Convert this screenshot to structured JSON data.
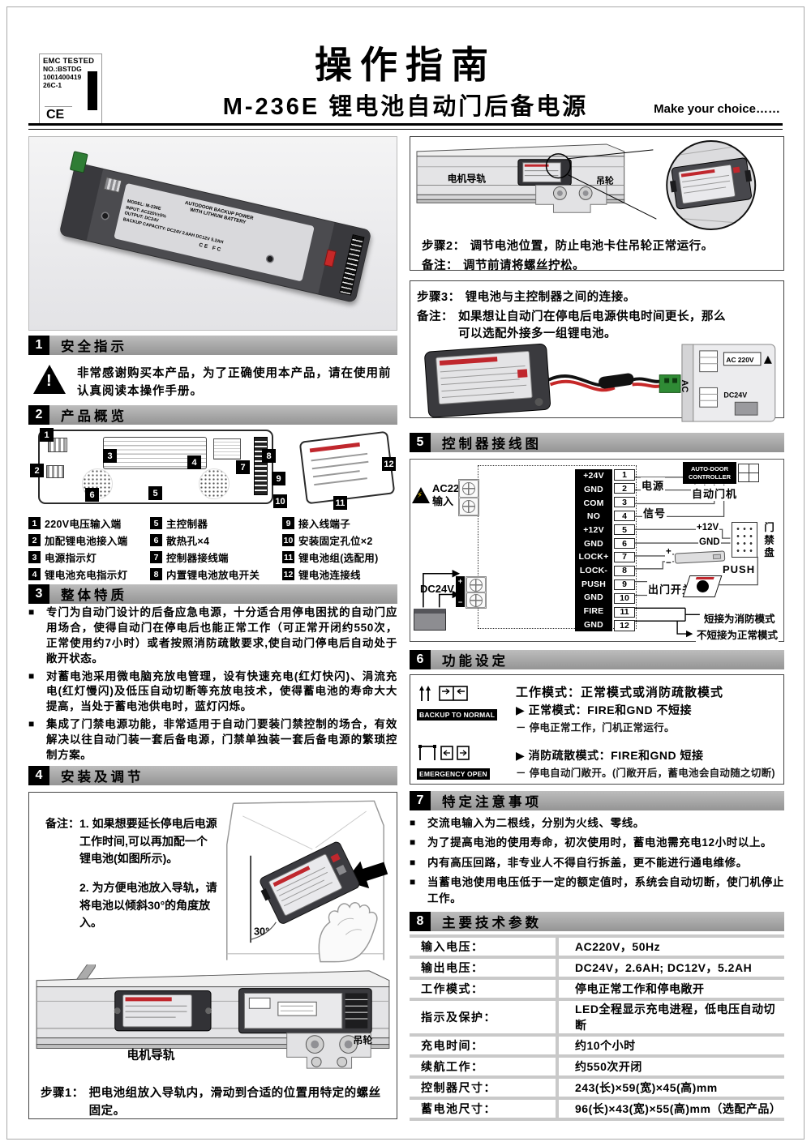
{
  "emc_badge": {
    "line1": "EMC TESTED",
    "line2": "NO.:BSTDG",
    "line3": "1001400419",
    "line4": "26C-1",
    "ce": "CE"
  },
  "header": {
    "title": "操作指南",
    "subtitle": "M-236E 锂电池自动门后备电源",
    "tagline": "Make  your choice……"
  },
  "photo": {
    "label_title": "AUTODOOR BACKUP POWER\nWITH LITHIUM BATTERY",
    "l1": "MODEL: M-236E",
    "l2": "INPUT: AC220V±5%",
    "l3": "OUTPUT: DC24V",
    "l4": "BACKUP CAPACITY: DC24V 2.6AH  DC12V 5.2AH",
    "marks": "CE FC"
  },
  "s1": {
    "num": "1",
    "title": "安全指示",
    "warning": "非常感谢购买本产品，为了正确使用本产品，请在使用前认真阅读本操作手册。"
  },
  "s2": {
    "num": "2",
    "title": "产品概览",
    "parts": [
      {
        "num": "1",
        "label": "220V电压输入端"
      },
      {
        "num": "2",
        "label": "加配锂电池接入端"
      },
      {
        "num": "3",
        "label": "电源指示灯"
      },
      {
        "num": "4",
        "label": "锂电池充电指示灯"
      },
      {
        "num": "5",
        "label": "主控制器"
      },
      {
        "num": "6",
        "label": "散热孔×4"
      },
      {
        "num": "7",
        "label": "控制器接线端"
      },
      {
        "num": "8",
        "label": "内置锂电池放电开关"
      },
      {
        "num": "9",
        "label": "接入线端子"
      },
      {
        "num": "10",
        "label": "安装固定孔位×2"
      },
      {
        "num": "11",
        "label": "锂电池组(选配用)"
      },
      {
        "num": "12",
        "label": "锂电池连接线"
      }
    ]
  },
  "s3": {
    "num": "3",
    "title": "整体特质",
    "bullets": [
      "专门为自动门设计的后备应急电源，十分适合用停电困扰的自动门应用场合，使得自动门在停电后也能正常工作（可正常开闭约550次，正常使用约7小时）或者按照消防疏散要求,使自动门停电后自动处于敞开状态。",
      "对蓄电池采用微电脑充放电管理，设有快速充电(红灯快闪)、涓流充电(红灯慢闪)及低压自动切断等充放电技术，使得蓄电池的寿命大大提高，当处于蓄电池供电时，蓝灯闪烁。",
      "集成了门禁电源功能，非常适用于自动门要装门禁控制的场合，有效解决以往自动门装一套后备电源，门禁单独装一套后备电源的繁琐控制方案。"
    ]
  },
  "s4": {
    "num": "4",
    "title": "安装及调节",
    "note_label": "备注：",
    "note1": "1. 如果想要延长停电后电源工作时间,可以再加配一个锂电池(如图所示)。",
    "note2": "2. 为方便电池放入导轨，请将电池以倾斜30°的角度放入。",
    "angle": "30°",
    "rail": "电机导轨",
    "wheel": "吊轮",
    "step_label": "步骤1：",
    "step_text": "把电池组放入导轨内，滑动到合适的位置用特定的螺丝固定。"
  },
  "step2": {
    "rail": "电机导轨",
    "wheel": "吊轮",
    "step_label": "步骤2：",
    "step_text": "调节电池位置，防止电池卡住吊轮正常运行。",
    "note_label": "备注：",
    "note": "调节前请将螺丝拧松。"
  },
  "step3": {
    "step_label": "步骤3：",
    "step_text": "锂电池与主控制器之间的连接。",
    "note_label": "备注：",
    "note": "如果想让自动门在停电后电源供电时间更长，那么可以选配外接多一组锂电池。",
    "ac": "AC",
    "ac220": "AC 220V",
    "dc24": "DC24V"
  },
  "s5": {
    "num": "5",
    "title": "控制器接线图",
    "ac_input": "AC220V\n输入",
    "dc24": "DC24V",
    "plus": "+",
    "minus": "−",
    "terminals": [
      {
        "name": "+24V",
        "no": "1"
      },
      {
        "name": "GND",
        "no": "2"
      },
      {
        "name": "COM",
        "no": "3"
      },
      {
        "name": "NO",
        "no": "4"
      },
      {
        "name": "+12V",
        "no": "5"
      },
      {
        "name": "GND",
        "no": "6"
      },
      {
        "name": "LOCK+",
        "no": "7"
      },
      {
        "name": "LOCK-",
        "no": "8"
      },
      {
        "name": "PUSH",
        "no": "9"
      },
      {
        "name": "GND",
        "no": "10"
      },
      {
        "name": "FIRE",
        "no": "11"
      },
      {
        "name": "GND",
        "no": "12"
      }
    ],
    "power": "电源",
    "signal": "信号",
    "controller": "AUTO-DOOR\nCONTROLLER",
    "autodoor": "自动门机",
    "p12": "+12V",
    "gnd": "GND",
    "access": "门禁盘",
    "push": "PUSH",
    "exit": "出门开关",
    "fire_short": "短接为消防模式",
    "fire_normal": "不短接为正常模式"
  },
  "s6": {
    "num": "6",
    "title": "功能设定",
    "badge1": "BACKUP TO NORMAL",
    "mode_title": "工作模式：正常模式或消防疏散模式",
    "normal_line": "▶ 正常模式：FIRE和GND 不短接",
    "normal_desc": "－ 停电正常工作，门机正常运行。",
    "badge2": "EMERGENCY OPEN",
    "fire_line": "▶ 消防疏散模式：FIRE和GND 短接",
    "fire_desc": "－ 停电自动门敞开。(门敞开后，蓄电池会自动随之切断)"
  },
  "s7": {
    "num": "7",
    "title": "特定注意事项",
    "bullets": [
      "交流电输入为二根线，分别为火线、零线。",
      "为了提高电池的使用寿命，初次使用时，蓄电池需充电12小时以上。",
      "内有高压回路，非专业人不得自行拆盖，更不能进行通电维修。",
      "当蓄电池使用电压低于一定的额定值时，系统会自动切断，使门机停止工作。"
    ]
  },
  "s8": {
    "num": "8",
    "title": "主要技术参数",
    "rows": [
      {
        "k": "输入电压：",
        "v": "AC220V，50Hz"
      },
      {
        "k": "输出电压：",
        "v": "DC24V，2.6AH; DC12V，5.2AH"
      },
      {
        "k": "工作模式：",
        "v": "停电正常工作和停电敞开"
      },
      {
        "k": "指示及保护：",
        "v": "LED全程显示充电进程，低电压自动切断"
      },
      {
        "k": "充电时间：",
        "v": "约10个小时"
      },
      {
        "k": "续航工作：",
        "v": "约550次开闭"
      },
      {
        "k": "控制器尺寸：",
        "v": "243(长)×59(宽)×45(高)mm"
      },
      {
        "k": "蓄电池尺寸：",
        "v": "96(长)×43(宽)×55(高)mm（选配产品）"
      }
    ]
  }
}
